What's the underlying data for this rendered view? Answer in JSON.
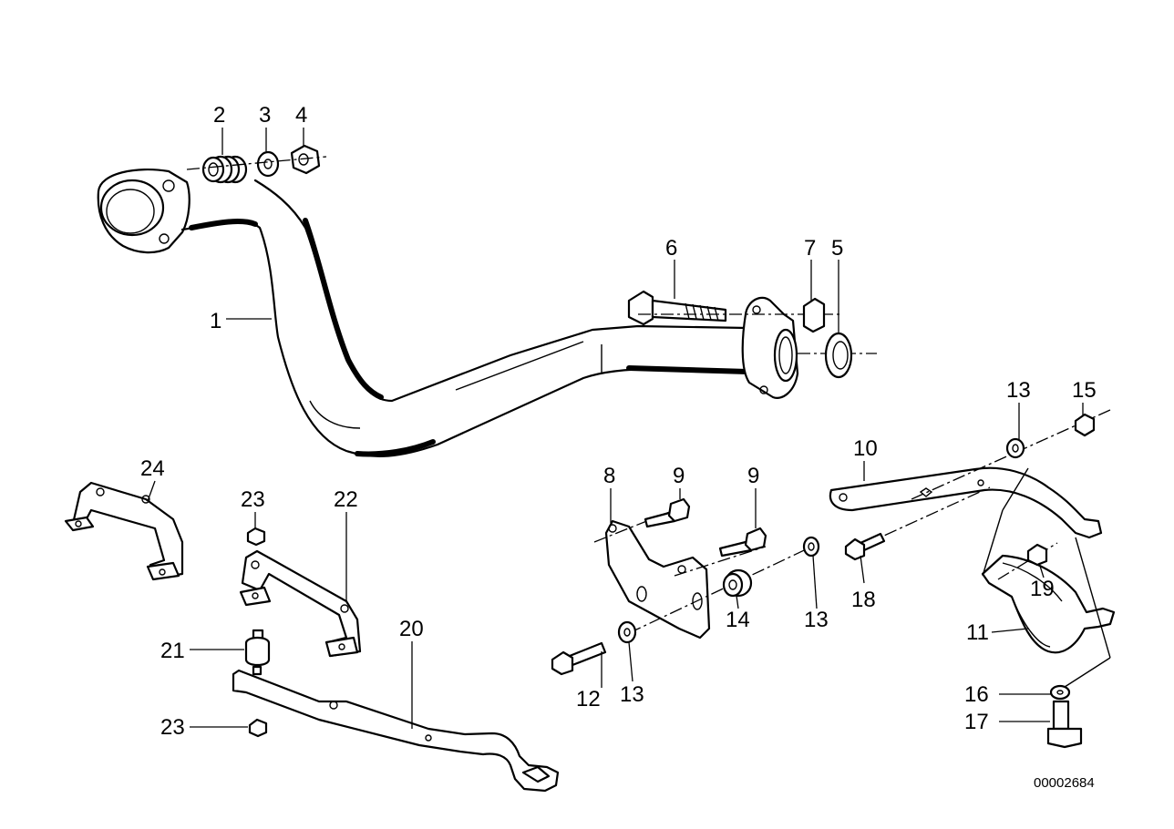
{
  "diagram": {
    "reference_number": "00002684",
    "callouts": [
      {
        "id": "c1",
        "text": "1"
      },
      {
        "id": "c2",
        "text": "2"
      },
      {
        "id": "c3",
        "text": "3"
      },
      {
        "id": "c4",
        "text": "4"
      },
      {
        "id": "c5",
        "text": "5"
      },
      {
        "id": "c6",
        "text": "6"
      },
      {
        "id": "c7",
        "text": "7"
      },
      {
        "id": "c8",
        "text": "8"
      },
      {
        "id": "c9a",
        "text": "9"
      },
      {
        "id": "c9b",
        "text": "9"
      },
      {
        "id": "c10",
        "text": "10"
      },
      {
        "id": "c11",
        "text": "11"
      },
      {
        "id": "c12",
        "text": "12"
      },
      {
        "id": "c13a",
        "text": "13"
      },
      {
        "id": "c13b",
        "text": "13"
      },
      {
        "id": "c13c",
        "text": "13"
      },
      {
        "id": "c14",
        "text": "14"
      },
      {
        "id": "c15",
        "text": "15"
      },
      {
        "id": "c16",
        "text": "16"
      },
      {
        "id": "c17",
        "text": "17"
      },
      {
        "id": "c18",
        "text": "18"
      },
      {
        "id": "c19",
        "text": "19"
      },
      {
        "id": "c20",
        "text": "20"
      },
      {
        "id": "c21",
        "text": "21"
      },
      {
        "id": "c22",
        "text": "22"
      },
      {
        "id": "c23a",
        "text": "23"
      },
      {
        "id": "c23b",
        "text": "23"
      },
      {
        "id": "c24",
        "text": "24"
      }
    ]
  }
}
